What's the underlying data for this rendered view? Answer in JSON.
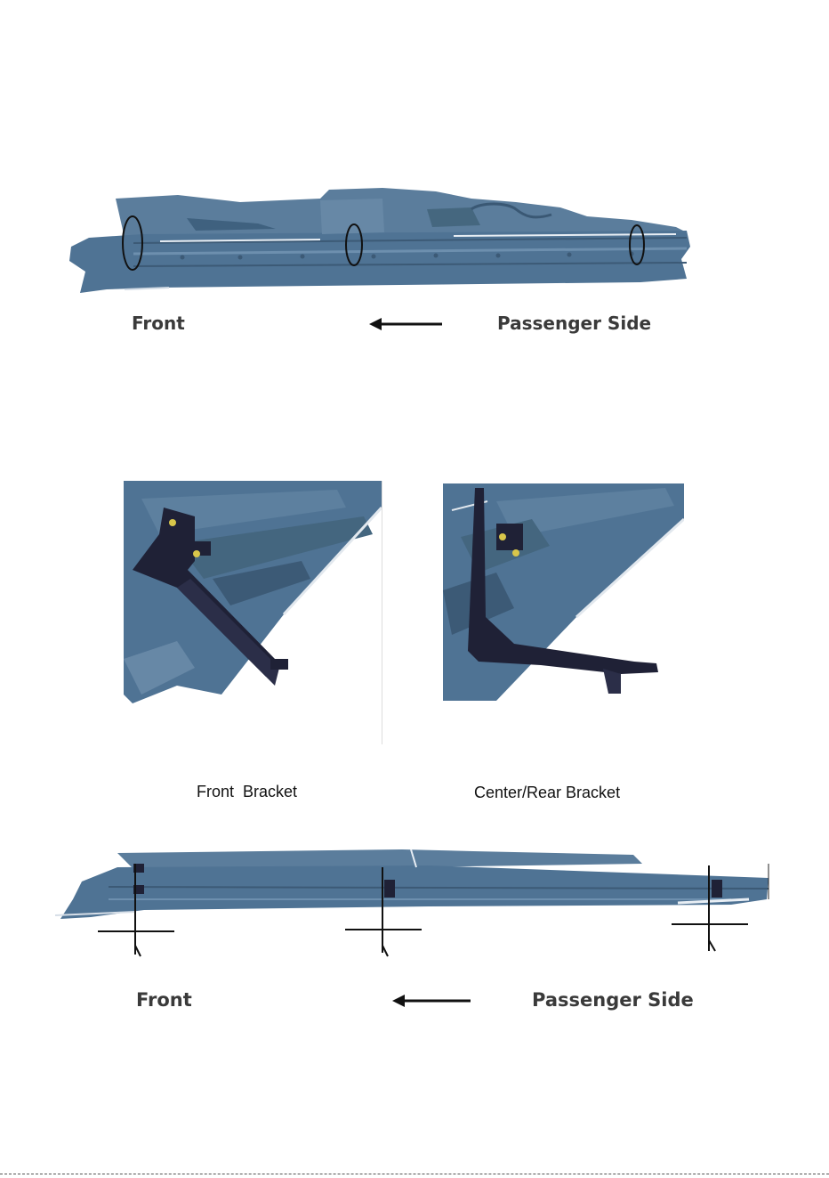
{
  "figure1": {
    "front_label": "Front",
    "side_label": "Passenger Side"
  },
  "figure2": {
    "front_bracket_caption": "Front  Bracket",
    "center_rear_bracket_caption": "Center/Rear Bracket"
  },
  "figure3": {
    "front_label": "Front",
    "side_label": "Passenger Side"
  },
  "colors": {
    "body_blue": "#4f7394",
    "bracket_dark": "#1f2136",
    "bolt_yellow": "#d8c64a"
  }
}
